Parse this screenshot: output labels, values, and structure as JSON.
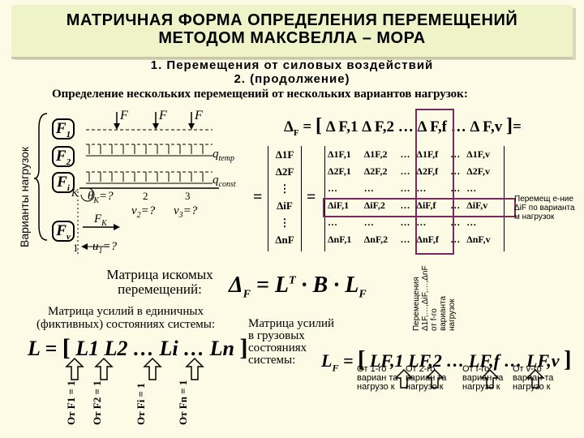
{
  "header": {
    "title_line1": "МАТРИЧНАЯ ФОРМА ОПРЕДЕЛЕНИЯ ПЕРЕМЕЩЕНИЙ",
    "title_line2": "МЕТОДОМ МАКСВЕЛЛА – МОРА",
    "subtitle_line1": "1. Перемещения от силовых воздействий",
    "subtitle_line2": "2. (продолжение)",
    "heading": "Определение нескольких перемещений от нескольких вариантов нагрузок:"
  },
  "left_panel": {
    "vertical_label": "Варианты нагрузок",
    "load_boxes": [
      "F",
      "F",
      "F",
      "F"
    ],
    "load_box_subs": [
      "1",
      "2",
      "i",
      "v"
    ],
    "force_labels": [
      "F",
      "F",
      "F"
    ],
    "q_temp": "q",
    "q_temp_sub": "temp",
    "q_const": "q",
    "q_const_sub": "const",
    "k_label": "K",
    "theta": "θ",
    "theta_sub": "K",
    "theta_eq": "=?",
    "v2_label": "2",
    "v3_label": "3",
    "v2": "v",
    "v2_sub": "2",
    "v2_eq": "=?",
    "v3": "v",
    "v3_sub": "3",
    "v3_eq": "=?",
    "fk": "F",
    "fk_sub": "K",
    "one_label": "1",
    "u1": "u",
    "u1_sub": "1",
    "u1_eq": "=?"
  },
  "matrices": {
    "delta_f_row_label": "Δ",
    "delta_f_row_sub": "F",
    "delta_f_row": [
      "Δ F,1",
      "Δ F,2",
      "…",
      "Δ F,f",
      "…",
      "Δ F,v"
    ],
    "equals": "=",
    "column_vector": [
      "Δ1F",
      "Δ2F",
      "⋮",
      "ΔiF",
      "⋮",
      "ΔnF"
    ],
    "matrix_rows": [
      [
        "Δ1F,1",
        "Δ1F,2",
        "…",
        "Δ1F,f",
        "…",
        "Δ1F,v"
      ],
      [
        "Δ2F,1",
        "Δ2F,2",
        "…",
        "Δ2F,f",
        "…",
        "Δ2F,v"
      ],
      [
        "…",
        "…",
        "…",
        "…",
        "…",
        "…"
      ],
      [
        "ΔiF,1",
        "ΔiF,2",
        "…",
        "ΔiF,f",
        "…",
        "ΔiF,v"
      ],
      [
        "…",
        "…",
        "…",
        "…",
        "…",
        "…"
      ],
      [
        "ΔnF,1",
        "ΔnF,2",
        "…",
        "ΔnF,f",
        "…",
        "ΔnF,v"
      ]
    ],
    "right_note": "Перемещ е-ние ΔiF по варианта м нагрузок",
    "vertical_note_lines": [
      "Перемещения",
      "Δ1F,…,ΔiF,…,ΔnF",
      "от f-го",
      "варианта",
      "нагрузок"
    ]
  },
  "formula": {
    "caption_line1": "Матрица искомых",
    "caption_line2": "перемещений:",
    "lhs": "Δ",
    "lhs_sub": "F",
    "eq": "=",
    "L": "L",
    "T": "T",
    "dot1": "·",
    "B": "B",
    "dot2": "·",
    "LF": "L",
    "LF_sub": "F"
  },
  "unit_matrix": {
    "caption_line1": "Матрица усилий в единичных",
    "caption_line2": "(фиктивных) состояниях системы:",
    "L": "L",
    "eq": "=",
    "items": [
      "L1",
      "L2",
      "…",
      "Li",
      "…",
      "Ln"
    ],
    "arrow_labels": [
      "От F1 = 1",
      "От F2 = 1",
      "От Fi = 1",
      "От Fn = 1"
    ]
  },
  "load_matrix": {
    "caption_line1": "Матрица усилий",
    "caption_line2": "в грузовых",
    "caption_line3": "состояниях",
    "caption_line4": "системы:",
    "LF": "L",
    "LF_sub": "F",
    "eq": "=",
    "items": [
      "LF,1",
      "LF,2",
      "…",
      "LF,f",
      "…",
      "LF,v"
    ],
    "arrow_labels": [
      "От 1-го вариан та нагрузо к",
      "От 2-го вариан та нагрузо к",
      "От f-го вариан та нагрузо к",
      "От v-го вариан та нагрузо к"
    ]
  },
  "colors": {
    "banner": "#eef3c8",
    "background": "#fdfbe6",
    "highlight": "#7a2a5a"
  }
}
